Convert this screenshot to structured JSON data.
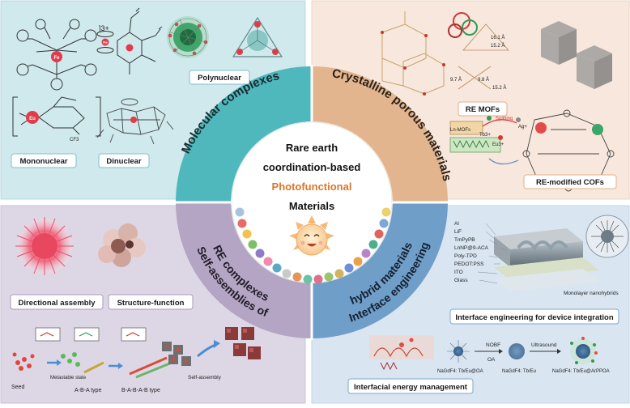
{
  "center": {
    "line1": "Rare earth",
    "line2": "coordination-based",
    "line3": "Photofunctional",
    "line4": "Materials"
  },
  "colors": {
    "q1_bg": "#cfe9ec",
    "q2_bg": "#f7e7dc",
    "q3_bg": "#ddd7e5",
    "q4_bg": "#d9e6f2",
    "ring_q1": "#4fb8bd",
    "ring_q2": "#e3b58f",
    "ring_q3": "#b3a5c3",
    "ring_q4": "#6f9ec9",
    "accent_orange": "#d9762b"
  },
  "sectors": {
    "q1": "Molecular complexes",
    "q2": "Crystalline porous materials",
    "q3_line1": "Self-assemblies of",
    "q3_line2": "RE complexes",
    "q4_line1": "Interface engineering",
    "q4_line2": "hybrid materials"
  },
  "q1": {
    "mononuclear": "Mononuclear",
    "dinuclear": "Dinuclear",
    "polynuclear": "Polynuclear",
    "charge": "]3+",
    "metal_eu": "Eu",
    "metal_fe": "Fe",
    "cf3": "CF3"
  },
  "q2": {
    "re_mofs": "RE MOFs",
    "re_cofs": "RE-modified COFs",
    "ln_mofs": "Ln-MOFs",
    "splitting": "Splitting",
    "tb": "Tb3+",
    "eu": "Eu3+",
    "ag": "Ag+",
    "dims": [
      "16.1 Å",
      "15.2 Å",
      "9.7 Å",
      "9.8 Å",
      "15.2 Å"
    ]
  },
  "q3": {
    "directional": "Directional assembly",
    "structure_function": "Structure-function",
    "seed": "Seed",
    "metastable": "Metastable state",
    "aba": "A-B-A type",
    "babab": "B-A-B-A-B type",
    "self_assembly": "Self-assembly"
  },
  "q4": {
    "layers": [
      "Al",
      "LiF",
      "TmPyPB",
      "LnNP@9-ACA",
      "Poly-TPD",
      "PEDOT:PSS",
      "ITO",
      "Glass"
    ],
    "monolayer": "Monolayer nanohybrids",
    "device": "Interface engineering for device integration",
    "energy": "Interfacial energy management",
    "nobf": "NOBF",
    "oa": "OA",
    "ultrasound": "Ultrasound",
    "np1": "NaGdF4: Tb/Eu@OA",
    "np2": "NaGdF4: Tb/Eu",
    "np3": "NaGdF4: Tb/Eu@ArPPOA"
  }
}
